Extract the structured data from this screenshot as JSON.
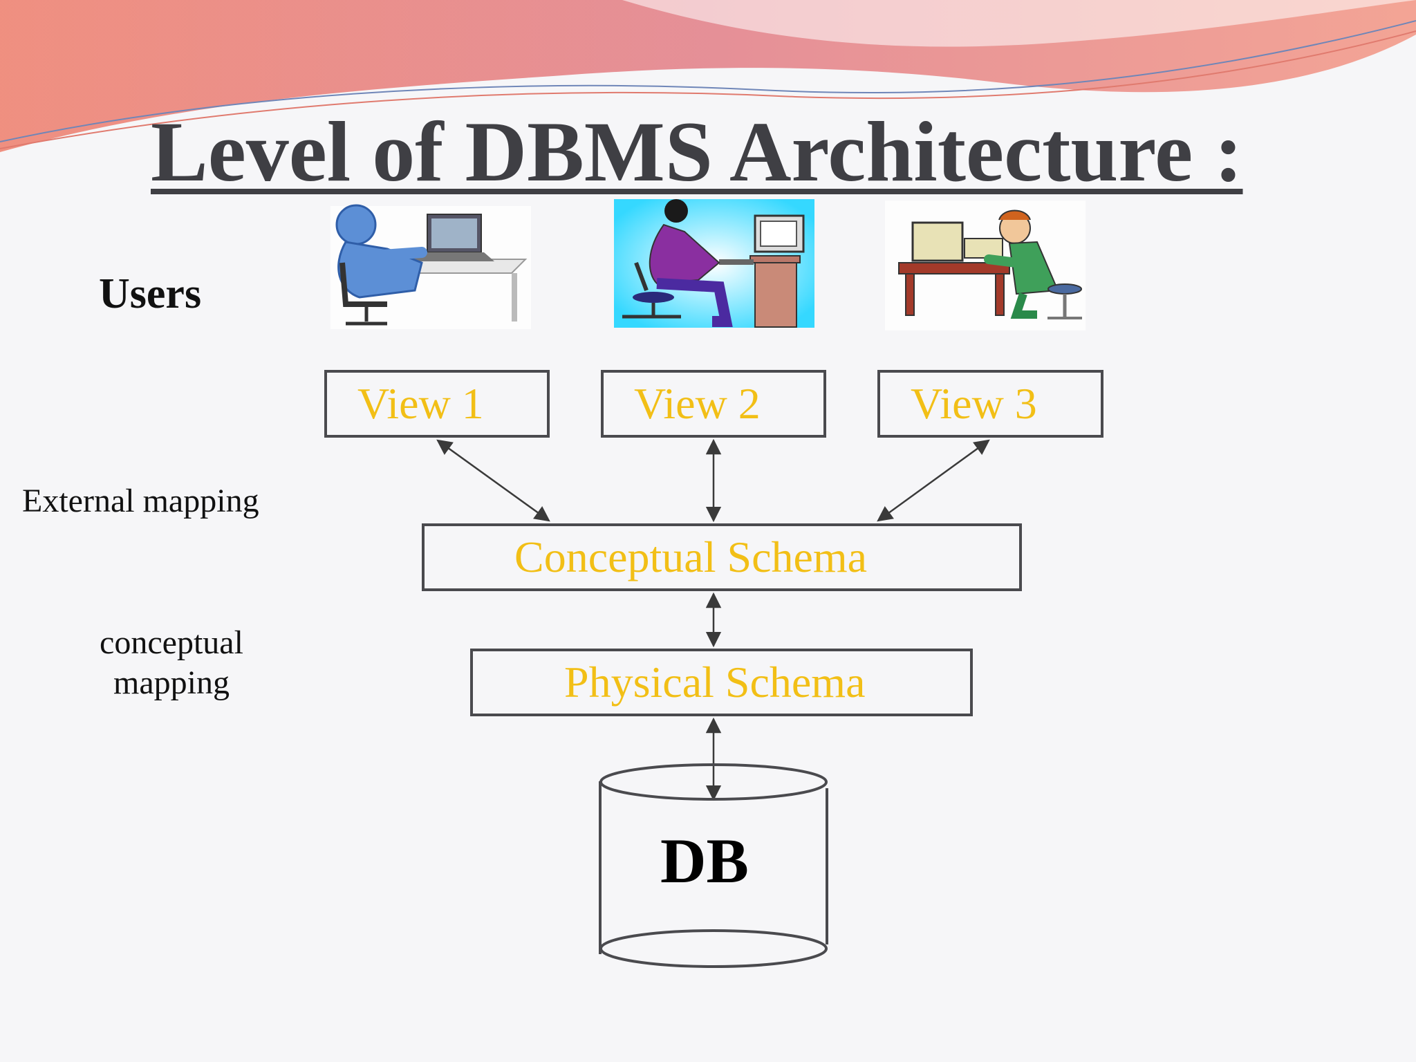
{
  "title": "Level of DBMS Architecture :",
  "users_label": "Users",
  "views": [
    "View 1",
    "View 2",
    "View 3"
  ],
  "conceptual_schema": "Conceptual Schema",
  "physical_schema": "Physical Schema",
  "db_label": "DB",
  "external_mapping": "External mapping",
  "conceptual_mapping": [
    "conceptual",
    "mapping"
  ],
  "colors": {
    "box_text": "#f2bf16",
    "title": "#3f3f44",
    "box_border": "#4a4a4e",
    "header_wave": "#e8867a"
  },
  "icons": [
    "user-at-laptop-icon",
    "woman-at-computer-icon",
    "man-at-computer-icon",
    "database-cylinder-icon"
  ]
}
